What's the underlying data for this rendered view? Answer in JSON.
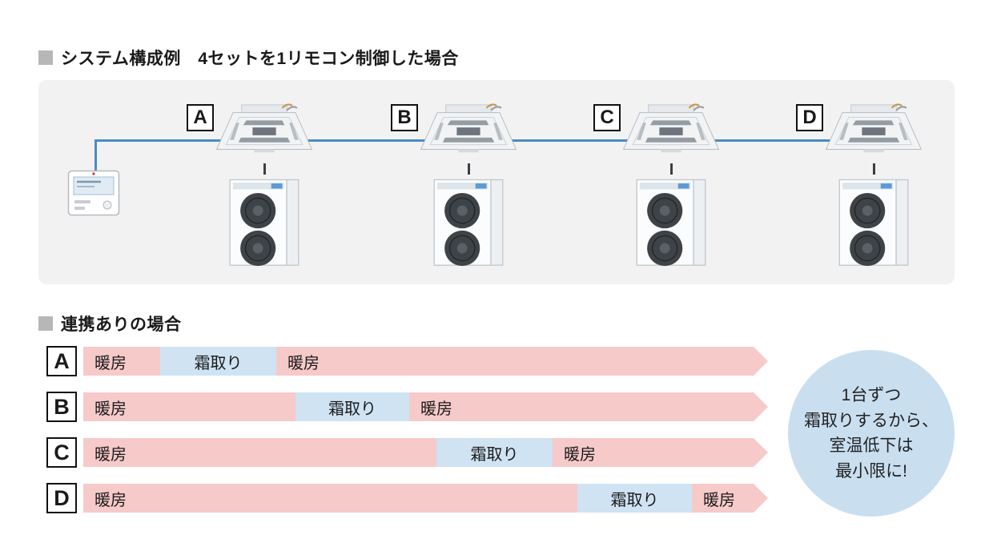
{
  "system": {
    "title": "システム構成例　4セットを1リモコン制御した場合",
    "unit_labels": [
      "A",
      "B",
      "C",
      "D"
    ]
  },
  "timeline": {
    "title": "連携ありの場合",
    "rows": [
      {
        "label": "A",
        "segments": [
          {
            "type": "heating",
            "label": "暖房"
          },
          {
            "type": "defrost",
            "label": "霜取り"
          },
          {
            "type": "heating",
            "label": "暖房"
          }
        ]
      },
      {
        "label": "B",
        "segments": [
          {
            "type": "heating",
            "label": "暖房"
          },
          {
            "type": "defrost",
            "label": "霜取り"
          },
          {
            "type": "heating",
            "label": "暖房"
          }
        ]
      },
      {
        "label": "C",
        "segments": [
          {
            "type": "heating",
            "label": "暖房"
          },
          {
            "type": "defrost",
            "label": "霜取り"
          },
          {
            "type": "heating",
            "label": "暖房"
          }
        ]
      },
      {
        "label": "D",
        "segments": [
          {
            "type": "heating",
            "label": "暖房"
          },
          {
            "type": "defrost",
            "label": "霜取り"
          },
          {
            "type": "heating",
            "label": "暖房"
          }
        ]
      }
    ],
    "callout_lines": [
      "1台ずつ",
      "霜取りするから、",
      "室温低下は",
      "最小限に!"
    ]
  },
  "colors": {
    "heating_fill": "#f7caca",
    "defrost_fill": "#cfe3f3",
    "callout_fill": "#c9dff0",
    "panel_fill": "#f2f2f3",
    "wire_blue": "#4a8cc7",
    "title_marker": "#b7b7b7"
  }
}
